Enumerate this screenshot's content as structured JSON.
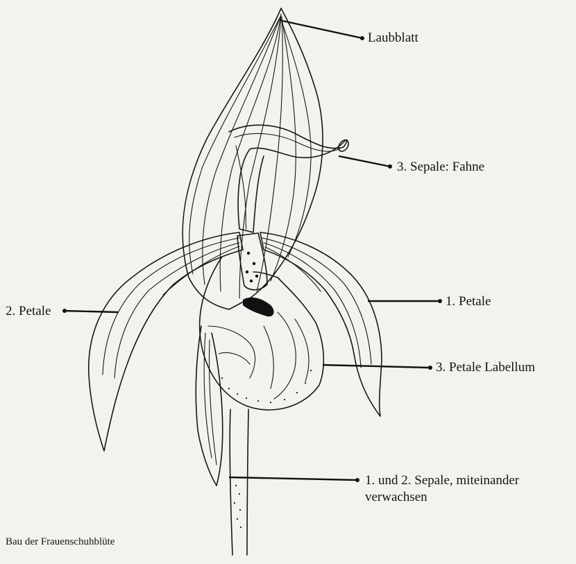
{
  "diagram": {
    "labels": {
      "laubblatt": "Laubblatt",
      "sepale_fahne": "3. Sepale: Fahne",
      "petale_1": "1. Petale",
      "petale_2": "2. Petale",
      "labellum": "3. Petale Labellum",
      "sepale_12_line1": "1. und 2. Sepale, miteinander",
      "sepale_12_line2": "verwachsen"
    },
    "caption": "Bau der Frauenschuhblüte"
  }
}
